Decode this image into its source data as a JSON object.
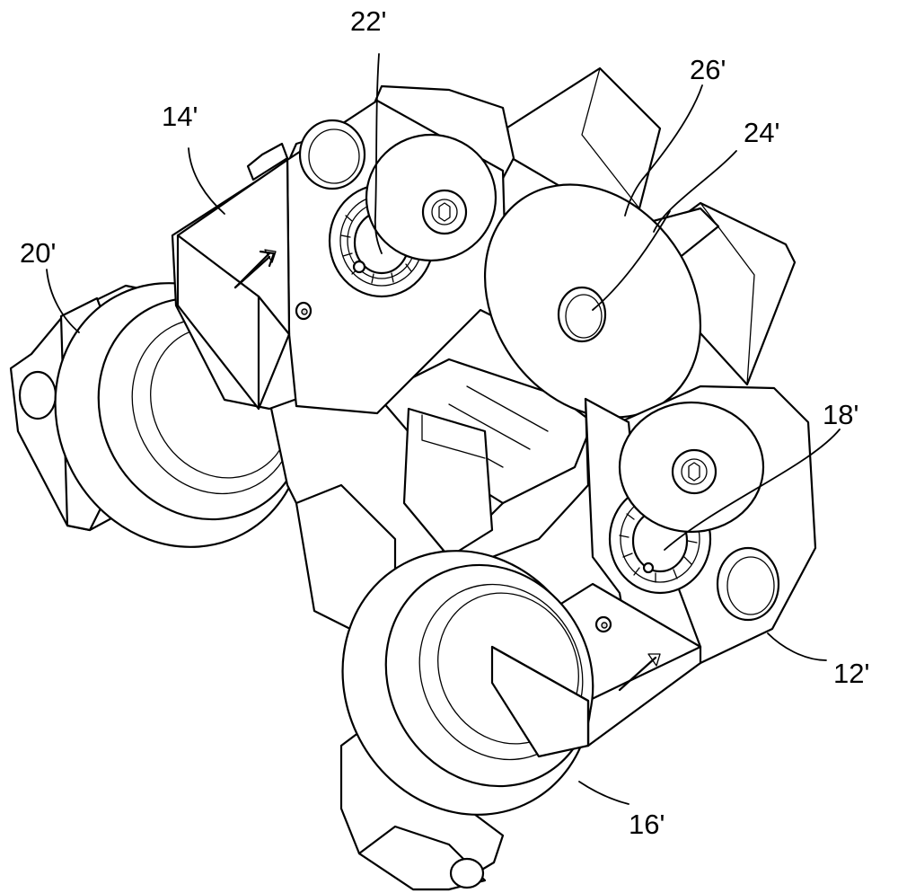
{
  "figure": {
    "reference_labels": [
      {
        "id": "22",
        "text": "22'"
      },
      {
        "id": "26",
        "text": "26'"
      },
      {
        "id": "14",
        "text": "14'"
      },
      {
        "id": "24",
        "text": "24'"
      },
      {
        "id": "20",
        "text": "20'"
      },
      {
        "id": "18",
        "text": "18'"
      },
      {
        "id": "12",
        "text": "12'"
      },
      {
        "id": "16",
        "text": "16'"
      }
    ]
  }
}
